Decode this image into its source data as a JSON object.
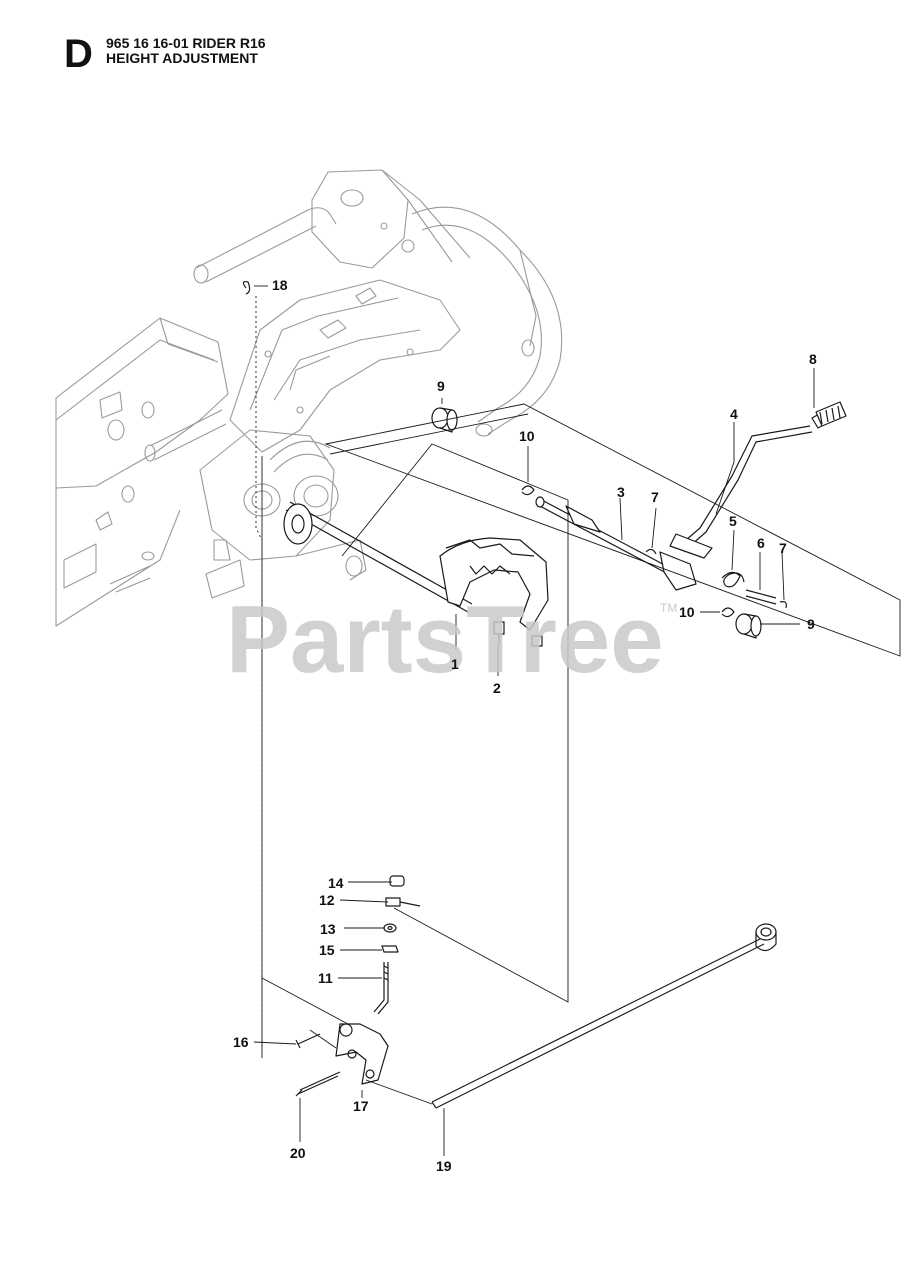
{
  "header": {
    "section_letter": "D",
    "model_line": "965 16 16-01 RIDER R16",
    "title_line": "HEIGHT ADJUSTMENT"
  },
  "watermark": {
    "text": "PartsTree",
    "trademark": "TM"
  },
  "callouts": {
    "c1": "1",
    "c2": "2",
    "c3": "3",
    "c4": "4",
    "c5": "5",
    "c6": "6",
    "c7a": "7",
    "c7b": "7",
    "c8": "8",
    "c9a": "9",
    "c9b": "9",
    "c10a": "10",
    "c10b": "10",
    "c11": "11",
    "c12": "12",
    "c13": "13",
    "c14": "14",
    "c15": "15",
    "c16": "16",
    "c17": "17",
    "c18": "18",
    "c19": "19",
    "c20": "20"
  }
}
